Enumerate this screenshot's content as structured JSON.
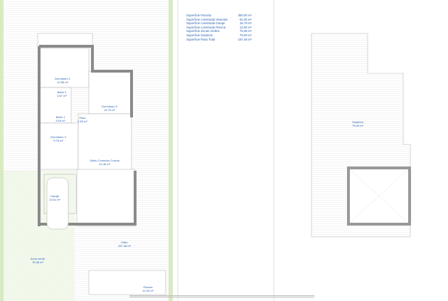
{
  "summary_table": [
    {
      "label": "Superficie Parcela",
      "value": "350.00 m²"
    },
    {
      "label": "Superficie construida Vivienda",
      "value": "92.26 m²"
    },
    {
      "label": "Superficie construida Garaje",
      "value": "15.79 m²"
    },
    {
      "label": "Superficie construida Piscina",
      "value": "12.00 m²"
    },
    {
      "label": "Superficie Zonas Verdes",
      "value": "75.36 m²"
    },
    {
      "label": "Superficie Solarium",
      "value": "75.00 m²"
    },
    {
      "label": "Superficie Patio Total",
      "value": "157.48 m²"
    }
  ],
  "ground_floor": {
    "rooms": [
      {
        "name": "Dormitorio 1",
        "area": "12.86 m²"
      },
      {
        "name": "Baño 2",
        "area": "3.57 m²"
      },
      {
        "name": "Dormitorio 3",
        "area": "15.75 m²"
      },
      {
        "name": "Baño 1",
        "area": "3.54 m²"
      },
      {
        "name": "Paso",
        "area": "2.65 m²"
      },
      {
        "name": "Dormitorio 2",
        "area": "9.76 m²"
      },
      {
        "name": "Salón-Comedor-Cocina",
        "area": "31.46 m²"
      },
      {
        "name": "Garaje",
        "area": "13.61 m²"
      },
      {
        "name": "Patio",
        "area": "157.48 m²"
      },
      {
        "name": "Zona verde",
        "area": "75.36 m²"
      },
      {
        "name": "Piscina",
        "area": "12.00 m²"
      }
    ]
  },
  "upper_floor": {
    "rooms": [
      {
        "name": "Solarium",
        "area": "75.00 m²"
      }
    ]
  },
  "colors": {
    "label_text": "#2a5fb0",
    "wall": "#9a9a9a",
    "lawn": "#eef5e6",
    "hedge": "#cfe3b8"
  }
}
